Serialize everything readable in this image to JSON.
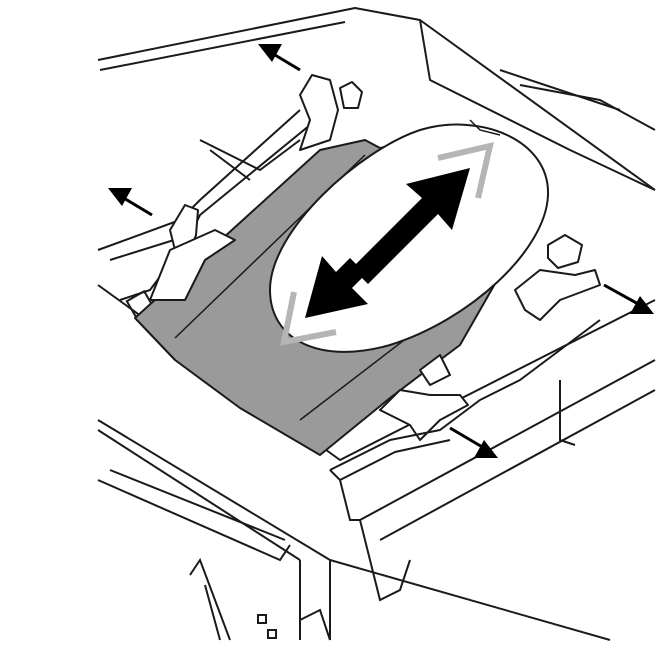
{
  "illustration": {
    "subject": "paper-tray-guide-adjustment",
    "arrows": {
      "guide_arrows": [
        "arrow-left-top",
        "arrow-left-bottom",
        "arrow-right-top",
        "arrow-right-bottom"
      ],
      "center_arrow": "double-arrow-slide"
    }
  },
  "colors": {
    "line": "#1a1a1a",
    "tray_fill": "#ffffff",
    "paper_fill": "#9a9a9a",
    "cutout_fill": "#ffffff",
    "ghost_arrow": "#b5b5b5",
    "arrow_fill": "#000000"
  }
}
